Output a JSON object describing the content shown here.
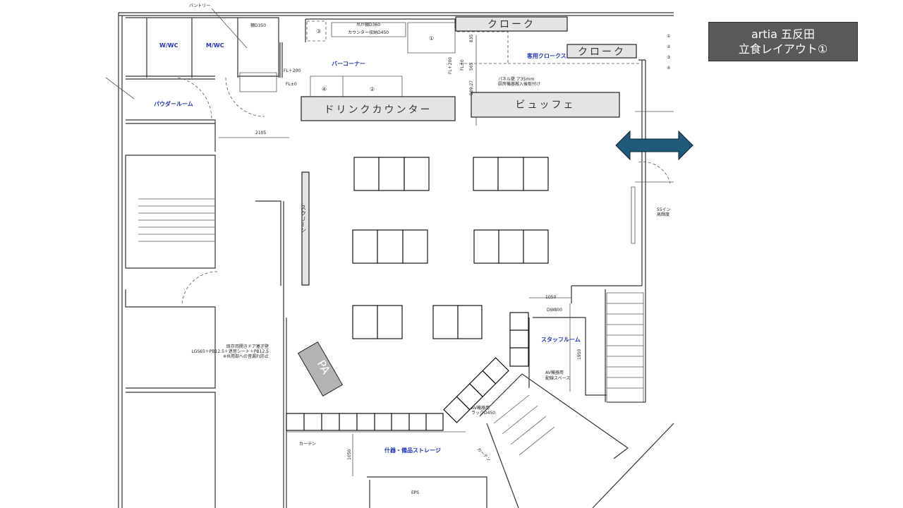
{
  "title": {
    "line1": "artia 五反田",
    "line2": "立食レイアウト①"
  },
  "rooms": {
    "pantry": "パントリー",
    "w_wc": "W/WC",
    "m_wc": "M/WC",
    "powder_room": "パウダールーム",
    "bar_corner": "バーコーナー",
    "guest_cloak": "客用クロークス",
    "staff_room": "スタッフルーム",
    "storage": "什器・備品ストレージ",
    "eps": "EPS"
  },
  "fixtures": {
    "drink_counter": "ドリンクカウンター",
    "buffet": "ビュッフェ",
    "cloak_1": "クローク",
    "cloak_2": "クローク",
    "screen": "スクリーン",
    "pa": "PA"
  },
  "notes": {
    "shelf": "棚D350",
    "hanging": "吊戸棚D360",
    "counter_storage": "カウンター収納D450",
    "fl200_a": "FL＋200",
    "fl0_a": "FL±0",
    "fl200_b": "FL＋200",
    "fl0_b": "FL±0",
    "panel_1": "パネル壁 ア35mm",
    "panel_2": "厨房機器搬入後取付け",
    "door_1": "既存両開きドア塞ぎ壁",
    "door_2": "LGS65＋PB12.5＋遮音シート＋PB12.5",
    "door_3": "※共用部への音漏れ防止",
    "av_1": "AV機器用",
    "av_2": "配線スペース",
    "rack_1": "AV機器用",
    "rack_2": "ラックD450",
    "curtain_1": "カーテン",
    "curtain_2": "カーテン",
    "tv_1": "55イン",
    "tv_2": "高輝度",
    "dw": "DW800"
  },
  "dimensions": {
    "d2105": "2105",
    "d1050a": "1050",
    "d1950": "1950",
    "d1050b": "1050",
    "d835": "835",
    "d565": "565",
    "d589": "589.27"
  },
  "markers": {
    "m1": "①",
    "m2": "②",
    "m3": "③",
    "m4": "④"
  },
  "legend": [
    "①",
    "②",
    "③",
    "④"
  ],
  "colors": {
    "arrow": "#1f5a7a",
    "title_bg": "#595959"
  }
}
